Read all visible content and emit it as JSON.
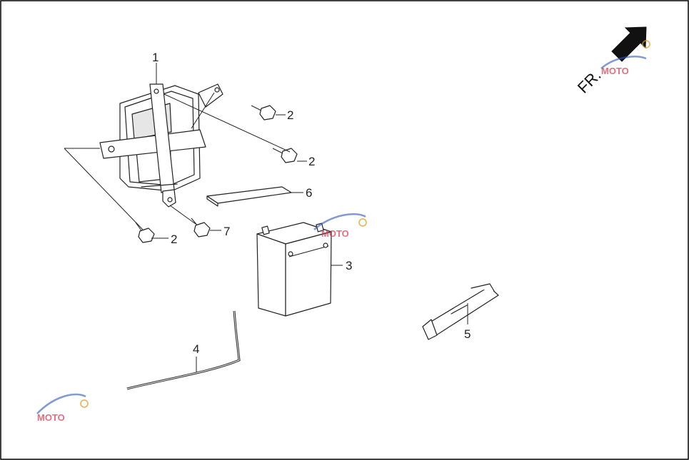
{
  "direction": {
    "label": "FR."
  },
  "callouts": [
    "1",
    "2",
    "2",
    "2",
    "3",
    "4",
    "5",
    "6",
    "7"
  ],
  "watermark": {
    "text": "MOTO",
    "brand_color": "#d8324a",
    "swoosh_color": "#2d56b8",
    "gear_color": "#d8a020"
  }
}
